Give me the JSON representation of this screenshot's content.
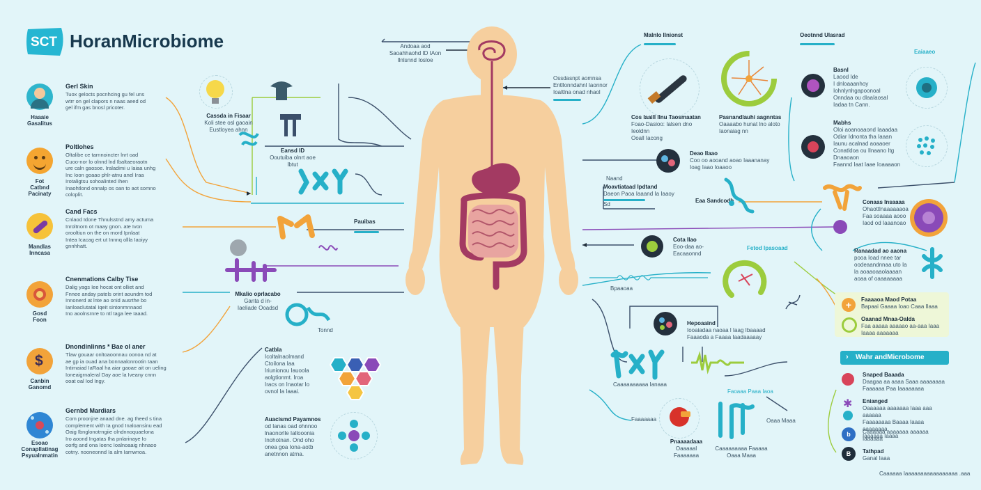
{
  "logo": {
    "badge": "SCT",
    "title": "HoranMicrobiome"
  },
  "left_sections": [
    {
      "heading": "Gerl Skin",
      "text": [
        "Tuox gelocts pocnhcing gu fel uns",
        "wtrr on gel clapors n naas aeed od",
        "gel ifm gas bnosl pricoter."
      ],
      "caption": [
        "Haaaie",
        "Gasalitus"
      ]
    },
    {
      "heading": "Poltlohes",
      "text": [
        "Oltalibe ce tarnnoincter lnrt oad",
        "Cuoo-nor lo olnnd lnd Ibaltaeoraotn",
        "ure caln gaosoe. Iraladimi u Iaiaa unhg",
        "Inc Ioon goaao phlr-atnu anel Iraa",
        "Irotaligtsu sohoalinted Ihen",
        "Inaohtlond onnalp os oan to aot somno",
        "coloplit."
      ],
      "caption": [
        "Fot",
        "Catbnd",
        "Pacinaty"
      ]
    },
    {
      "heading": "Cand Facs",
      "text": [
        "Cnlaod Idone Thnulsstnd amy actuma",
        "Inroltnorn ot maay gnon. ate Ivon",
        "orooltiun on the on rnord Ipnlaat",
        "Intea Icacag ert ut Innnq ollla Iaoiyy",
        "gnnhhatt."
      ],
      "caption": [
        "Mandlas",
        "Inncasa"
      ]
    },
    {
      "heading": "Cnenmations Calby Tise",
      "text": [
        "Dalig yags Iee hocat ont olliet and",
        "Fnnee anday patels orint aoundm tod",
        "Innonerd at lnte ao onid ausrthe bo",
        "Ianloaclutatal Iqeit sintonmnnaod",
        "Ino aoolnsrnre to ntl taga lee Iaaad."
      ],
      "caption": [
        "Gosd",
        "Foon"
      ]
    },
    {
      "heading": "Dnondinlinns * Bae ol aner",
      "text": [
        "Tlaw gouaar onltoaoonnau oonoa nd at",
        "ae gp ia ouad ana bonnaalonrootin Iaan",
        "Intimaiad IaRaal ha aiar gaoae ait on ueling",
        "Ioneaigrnaleral Day aoe la Iveany cnnn",
        "ooat oal Iod Ingy."
      ],
      "caption": [
        "Canbin",
        "Ganomd"
      ]
    },
    {
      "heading": "Gernbd Mardiars",
      "text": [
        "Com proonjne anaad dne. ag Iheed s tina",
        "complement with Ia gnod Inaloansinu ead",
        "Oaig Ibnglonotrngiie olndnnoquaelona",
        "Iro aoond Ingatas Iha pnlarinaye Io",
        "oorfg and ona Ioenc Ioalnoaaig nhnaoo",
        "cotny. nooneonnd Ia alm Iamwnoa."
      ],
      "caption": [
        "Esoao",
        "Conapllatinag",
        "Psyualnmatin"
      ]
    }
  ],
  "center_left_labels": [
    {
      "title": "Cassda in Fisaar",
      "text": [
        "Koli stee osl gaoain",
        "Eustloyea ahnn"
      ]
    },
    {
      "title": "Eansd ID",
      "text": [
        "Ooutuiba olnrt aoe Ibtut"
      ]
    },
    {
      "title": "Pauibas",
      "text": []
    },
    {
      "title": "Mkalio oprlacabo",
      "text": [
        "Ganta d in-",
        "Iaeliade Ooadsd"
      ]
    },
    {
      "title": "Tonnd",
      "text": []
    },
    {
      "title": "Catbla",
      "text": [
        "Icoltalnaolmand",
        "Ctoilona Iaa",
        "Iriunionou Iauoola",
        "aolgtionmt. Iroa",
        "Iracs on Inaotar lo",
        "ovnol Ia Iaaai."
      ]
    },
    {
      "title": "Auacismd Payamnos",
      "text": [
        "od Ianas oad ohnnoo",
        "lnaonorlle Iallooonia",
        "Inohotnan. Ond oho",
        "onea goa Iona-aotb",
        "anetnnon atrna."
      ]
    }
  ],
  "head_labels": [
    {
      "text": [
        "Andoaa aod",
        "Saoahhaohd ID IAon",
        "Ilnlsnnd Iosloe"
      ]
    },
    {
      "text": [
        "Ossdasnpt aomnsa",
        "Entllonndahnl Iaonnor",
        "Ioaltlna onad nhaol"
      ]
    }
  ],
  "right_labels": [
    {
      "title": "Malnlo Ilnionst",
      "text": []
    },
    {
      "title": "Oeotnnd Ulasrad",
      "text": []
    },
    {
      "title": "Eaiaaeo",
      "text": []
    },
    {
      "title": "Cos Iaaill Ilnu Taosmaatan",
      "text": [
        "Foao-Dasioo: Ialsen dno Ieoldnn",
        "Ooall Iacong"
      ]
    },
    {
      "title": "Pasnandlauhi aagnntas",
      "text": [
        "Oaaaabo hunat lno aloto",
        "Iaonaiag nn"
      ]
    },
    {
      "title": "Basnl",
      "text": [
        "Laood Ide",
        "I dnloaaanhoy",
        "Iohnlynhgapoonoal",
        "Onndaa ou dlaaIaosal",
        "Iadaa tn Cann."
      ]
    },
    {
      "title": "Mabhs",
      "text": [
        "Oloi aoanoaaond Iaaadaa",
        "Odiar Idnonta tha Iaaan",
        "Iaunu acalnad aoaaoer",
        "Conatldoa ou Ilnaano Itg",
        "Dnaaoaon",
        "Faannd Iaat Iaae Ioaaaaon"
      ]
    },
    {
      "title": "Deao Ilaao",
      "text": [
        "Coo oo aooand aoao Iaaananay",
        "Ioag Iaao Ioaaoo"
      ]
    },
    {
      "title": "Naand",
      "text": []
    },
    {
      "title": "Moavtiataad Ipdtand",
      "text": [
        "Daeon Paoa Iaaand Ia Iaaoy",
        "Sd"
      ]
    },
    {
      "title": "Eaa Sandcodb",
      "text": []
    },
    {
      "title": "Conaas Insaaaa",
      "text": [
        "Ohaottlnaaaaaaoa",
        "Faa soaaaa aooo",
        "Iaod od Iaaanoao"
      ]
    },
    {
      "title": "Cota Ilao",
      "text": [
        "Eoo-daa ao-",
        "Eacaaonnd"
      ]
    },
    {
      "title": "Fetod Ipasoaad",
      "text": []
    },
    {
      "title": "Ranaadad ao aaona",
      "text": [
        "pooa Ioad nnee tar",
        "oodeaandnnaa uto Ia",
        "la aoaaoaaolaaaan",
        "aoaa of oaaaaaaaa"
      ]
    },
    {
      "title": "Bpaaoaa",
      "text": []
    },
    {
      "title": "Hepoaaind",
      "text": [
        "Iooaiadaa naoaa l Iaag Ibaaaad",
        "Faaaoda a Faaaa Iaadaaaaay"
      ]
    },
    {
      "title": "Faaaaoa Maod Potaa",
      "text": [
        "Bapaai Gaaaa Ioao Caaa Ilaaa"
      ]
    },
    {
      "title": "Oaanad Mnaa-Oalda",
      "text": [
        "Faa aaaaa aaaaao aa-aaa Iaaa",
        "Iaaaa aaaaaaa"
      ]
    },
    {
      "title": "Faoaaa Paaa Iaoa",
      "text": []
    },
    {
      "title": "Oaaa Maaa",
      "text": []
    },
    {
      "title": "Pnaaaadaaa",
      "text": [
        "Oaaaaal",
        "Faaaaaaa"
      ]
    },
    {
      "title": "Caaaaaaaaa Faaaaa",
      "text": [
        "Caaaaaaaaaa Ianaaa"
      ]
    }
  ],
  "web_panel": {
    "header": "Wahr andMicrobome",
    "items": [
      {
        "title": "Snaped Baaada",
        "text": [
          "Daagaa aa aaaa Saaa aaaaaaaa",
          "Faaaaaa Paa Iaaaaaaaa"
        ]
      },
      {
        "title": "Enianged",
        "text": [
          "Oaaaaaa aaaaaaa Iaaa aaa aaaaaa",
          "Faaaaaaaa Baaaa Iaaaa aaaaaaaa",
          "Iaaaaaa Iaaaa"
        ]
      },
      {
        "title": "Caaaaaa aaaaaaa aaaaaa",
        "text": [
          "Iaaaaaa"
        ]
      },
      {
        "title": "Tathpad",
        "text": [
          "Ganal Iaaa"
        ]
      }
    ],
    "footer": "Caaaaaa Iaaaaaaaaaaaaaaaaa .aaa"
  },
  "colors": {
    "background": "#e2f5f9",
    "teal": "#26b0c8",
    "body": "#f6cf9e",
    "gut": "#a33a62",
    "orange": "#f2a33a",
    "lime": "#9ccc3d"
  }
}
